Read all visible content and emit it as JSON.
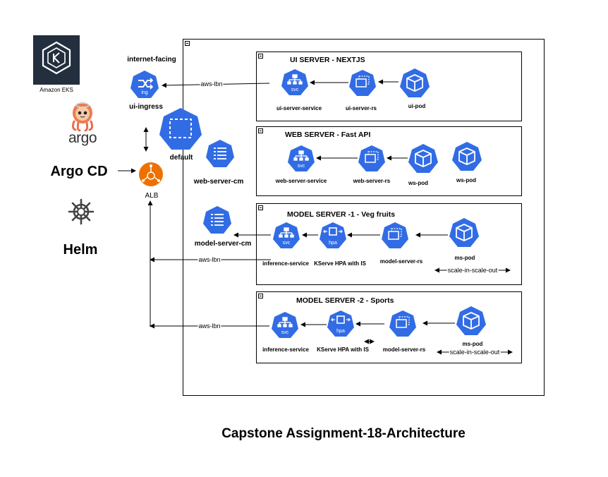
{
  "left": {
    "eks_label": "Amazon EKS",
    "argo_logo_text": "argo",
    "argo_cd": "Argo CD",
    "helm": "Helm",
    "alb": "ALB",
    "internet_facing": "internet-facing",
    "ui_ingress": "ui-ingress",
    "ing_badge": "ing"
  },
  "cluster": {
    "default_label": "default",
    "web_server_cm": "web-server-cm",
    "model_server_cm": "model-server-cm"
  },
  "ui_server": {
    "title": "UI SERVER - NEXTJS",
    "service": "ui-server-service",
    "rs": "ui-server-rs",
    "pod": "ui-pod",
    "edge": "aws-lbn"
  },
  "web_server": {
    "title": "WEB SERVER - Fast API",
    "service": "web-server-service",
    "rs": "web-server-rs",
    "pod1": "ws-pod",
    "pod2": "ws-pod"
  },
  "model1": {
    "title": "MODEL SERVER -1 - Veg fruits",
    "service": "inference-service",
    "hpa": "KServe HPA with IS",
    "rs": "model-server-rs",
    "pod": "ms-pod",
    "scale": "scale-in-scale-out",
    "edge": "aws-lbn"
  },
  "model2": {
    "title": "MODEL SERVER -2 - Sports",
    "service": "inference-service",
    "hpa": "KServe HPA with IS",
    "rs": "model-server-rs",
    "pod": "ms-pod",
    "scale": "scale-in-scale-out",
    "edge": "aws-lbn"
  },
  "badges": {
    "svc": "svc",
    "hpa": "hpa"
  },
  "caption": "Capstone Assignment-18-Architecture",
  "colors": {
    "k8s_blue": "#326CE5",
    "eks_bg": "#232F3E",
    "alb_orange": "#ED7100",
    "helm_gray": "#444444"
  }
}
